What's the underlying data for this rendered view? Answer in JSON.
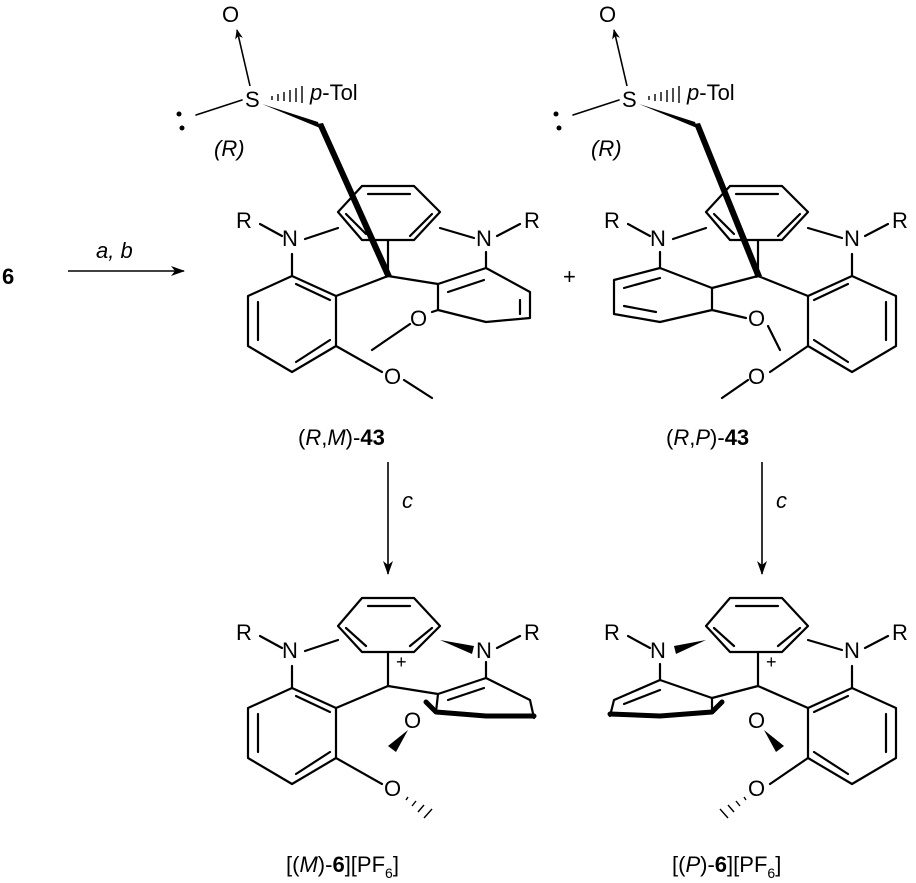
{
  "start": {
    "label": "6"
  },
  "reactions": {
    "top": "a, b",
    "left_down": "c",
    "right_down": "c"
  },
  "plus": "+",
  "compounds": {
    "rm43": {
      "name_prefix": "(",
      "name_R": "R",
      "name_comma": ",",
      "name_M": "M",
      "name_close": ")-",
      "name_num": "43"
    },
    "rp43": {
      "name_prefix": "(",
      "name_R": "R",
      "name_comma": ",",
      "name_P": "P",
      "name_close": ")-",
      "name_num": "43"
    },
    "m6": {
      "open": "[(",
      "stereo": "M",
      "close": ")-",
      "num": "6",
      "anion_open": "][PF",
      "sub": "6",
      "anion_close": "]"
    },
    "p6": {
      "open": "[(",
      "stereo": "P",
      "close": ")-",
      "num": "6",
      "anion_open": "][PF",
      "sub": "6",
      "anion_close": "]"
    }
  },
  "atoms": {
    "O": "O",
    "S": "S",
    "N": "N",
    "R": "R",
    "ptol": "p",
    "tol": "-Tol",
    "sulfur_config": "(R)",
    "cation": "+"
  }
}
